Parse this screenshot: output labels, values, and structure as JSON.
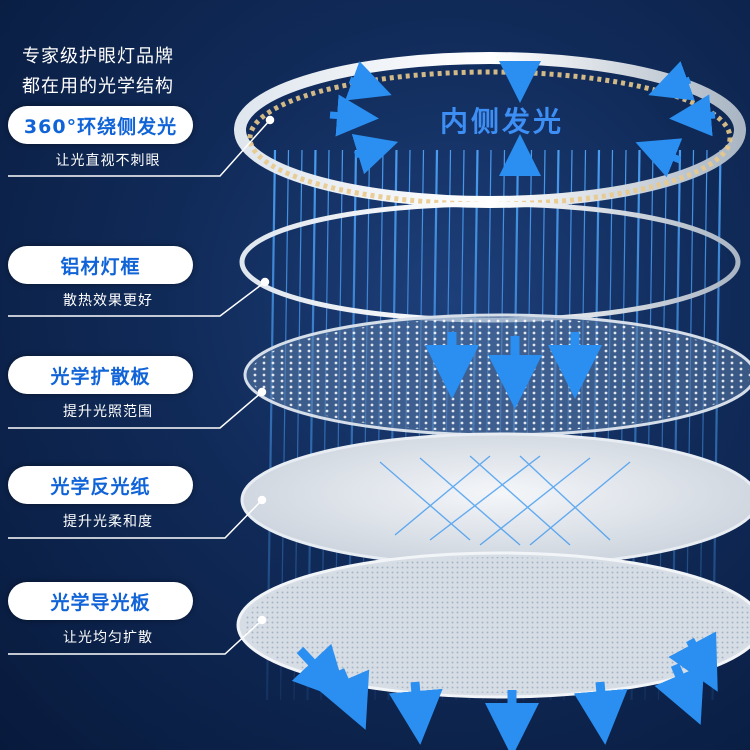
{
  "intro": {
    "line1": "专家级护眼灯品牌",
    "line2": "都在用的光学结构"
  },
  "center_label": "内侧发光",
  "layers": [
    {
      "name": "360°环绕侧发光",
      "desc": "让光直视不刺眼"
    },
    {
      "name": "铝材灯框",
      "desc": "散热效果更好"
    },
    {
      "name": "光学扩散板",
      "desc": "提升光照范围"
    },
    {
      "name": "光学反光纸",
      "desc": "提升光柔和度"
    },
    {
      "name": "光学导光板",
      "desc": "让光均匀扩散"
    }
  ],
  "colors": {
    "background": "#0b2250",
    "accent_blue": "#1164d8",
    "arrow_blue": "#2a8ff0",
    "label_text": "#ffffff"
  }
}
